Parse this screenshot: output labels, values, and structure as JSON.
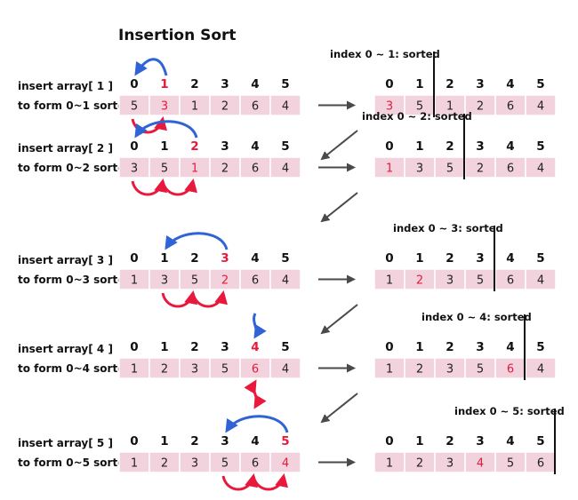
{
  "title": "Insertion Sort",
  "colors": {
    "cell_fill": "#f2d3dd",
    "cell_border": "#ffffff",
    "highlight": "#e8193c",
    "blue_arrow": "#2f63d6",
    "red_arrow": "#e8193c",
    "gray_arrow": "#4a4a4a",
    "divider": "#111111"
  },
  "steps": [
    {
      "line1": "insert array[ 1 ]",
      "line2": "to form 0~1 sorted",
      "indices": [
        "0",
        "1",
        "2",
        "3",
        "4",
        "5"
      ],
      "before": [
        "5",
        "3",
        "1",
        "2",
        "6",
        "4"
      ],
      "highlight": 1,
      "after": [
        "3",
        "5",
        "1",
        "2",
        "6",
        "4"
      ],
      "after_highlight": 0,
      "caption": "index 0 ~ 1: sorted",
      "sorted_end": 1
    },
    {
      "line1": "insert array[ 2 ]",
      "line2": "to form 0~2 sorted",
      "indices": [
        "0",
        "1",
        "2",
        "3",
        "4",
        "5"
      ],
      "before": [
        "3",
        "5",
        "1",
        "2",
        "6",
        "4"
      ],
      "highlight": 2,
      "after": [
        "1",
        "3",
        "5",
        "2",
        "6",
        "4"
      ],
      "after_highlight": 0,
      "caption": "index 0 ~ 2: sorted",
      "sorted_end": 2
    },
    {
      "line1": "insert array[ 3 ]",
      "line2": "to form 0~3 sorted",
      "indices": [
        "0",
        "1",
        "2",
        "3",
        "4",
        "5"
      ],
      "before": [
        "1",
        "3",
        "5",
        "2",
        "6",
        "4"
      ],
      "highlight": 3,
      "after": [
        "1",
        "2",
        "3",
        "5",
        "6",
        "4"
      ],
      "after_highlight": 1,
      "caption": "index 0 ~ 3: sorted",
      "sorted_end": 3
    },
    {
      "line1": "insert array[ 4 ]",
      "line2": "to form 0~4 sorted",
      "indices": [
        "0",
        "1",
        "2",
        "3",
        "4",
        "5"
      ],
      "before": [
        "1",
        "2",
        "3",
        "5",
        "6",
        "4"
      ],
      "highlight": 4,
      "after": [
        "1",
        "2",
        "3",
        "5",
        "6",
        "4"
      ],
      "after_highlight": 4,
      "caption": "index 0 ~ 4: sorted",
      "sorted_end": 4
    },
    {
      "line1": "insert array[ 5 ]",
      "line2": "to form 0~5 sorted",
      "indices": [
        "0",
        "1",
        "2",
        "3",
        "4",
        "5"
      ],
      "before": [
        "1",
        "2",
        "3",
        "5",
        "6",
        "4"
      ],
      "highlight": 5,
      "after": [
        "1",
        "2",
        "3",
        "4",
        "5",
        "6"
      ],
      "after_highlight": 3,
      "caption": "index 0 ~ 5: sorted",
      "sorted_end": 5
    }
  ]
}
